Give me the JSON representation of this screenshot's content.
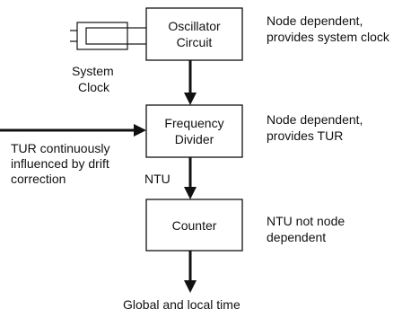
{
  "blocks": {
    "oscillator": {
      "line1": "Oscillator",
      "line2": "Circuit"
    },
    "divider": {
      "line1": "Frequency",
      "line2": "Divider"
    },
    "counter": {
      "label": "Counter"
    }
  },
  "annotations": {
    "oscillator": {
      "line1": "Node dependent,",
      "line2": "provides system clock"
    },
    "divider": {
      "line1": "Node dependent,",
      "line2": "provides TUR"
    },
    "counter": {
      "line1": "NTU not node",
      "line2": "dependent"
    }
  },
  "labels": {
    "system_clock": {
      "line1": "System",
      "line2": "Clock"
    },
    "tur_input": {
      "line1": "TUR continuously",
      "line2": "influenced by drift",
      "line3": "correction"
    },
    "ntu": "NTU",
    "output": "Global and local time"
  },
  "colors": {
    "stroke": "#111111",
    "background": "#ffffff"
  },
  "icons": {
    "clock_source": "crystal-oscillator-icon"
  }
}
